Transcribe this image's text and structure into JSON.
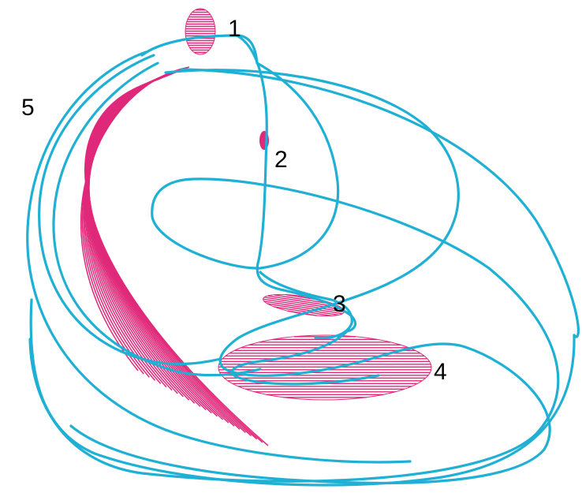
{
  "labels": {
    "region_1": "1",
    "region_2": "2",
    "region_3": "3",
    "region_4": "4",
    "region_5": "5"
  },
  "colors": {
    "trajectory": "#1fb0d4",
    "region": "#e0297a",
    "background": "#ffffff",
    "text": "#000000"
  }
}
